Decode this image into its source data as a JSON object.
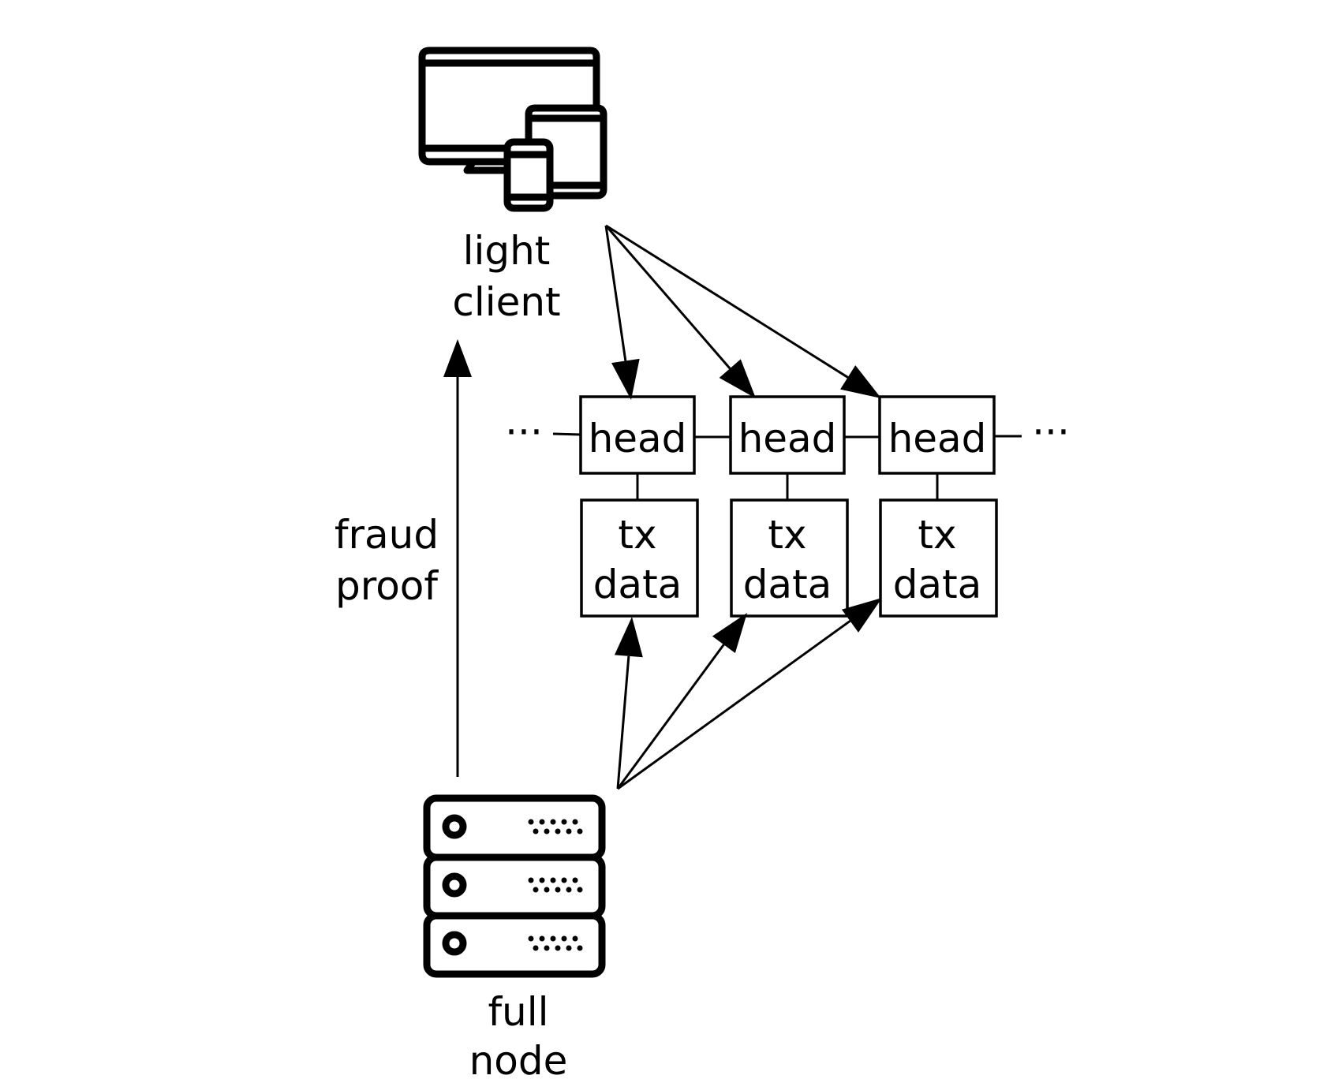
{
  "title": "Light client fraud proof diagram",
  "nodes": {
    "light_client": {
      "label_line1": "light",
      "label_line2": "client",
      "icon": "devices-icon"
    },
    "full_node": {
      "label_line1": "full",
      "label_line2": "node",
      "icon": "server-icon"
    }
  },
  "edge_labels": {
    "fraud_proof_line1": "fraud",
    "fraud_proof_line2": "proof"
  },
  "chain": {
    "ellipsis_left": "···",
    "ellipsis_right": "···",
    "blocks": [
      {
        "header": "head",
        "body_line1": "tx",
        "body_line2": "data"
      },
      {
        "header": "head",
        "body_line1": "tx",
        "body_line2": "data"
      },
      {
        "header": "head",
        "body_line1": "tx",
        "body_line2": "data"
      }
    ]
  },
  "edges": [
    {
      "from": "light_client",
      "to": "block-0-header"
    },
    {
      "from": "light_client",
      "to": "block-1-header"
    },
    {
      "from": "light_client",
      "to": "block-2-header"
    },
    {
      "from": "full_node",
      "to": "block-0-data"
    },
    {
      "from": "full_node",
      "to": "block-1-data"
    },
    {
      "from": "full_node",
      "to": "block-2-data"
    },
    {
      "from": "full_node",
      "to": "light_client",
      "label": "fraud proof"
    }
  ]
}
